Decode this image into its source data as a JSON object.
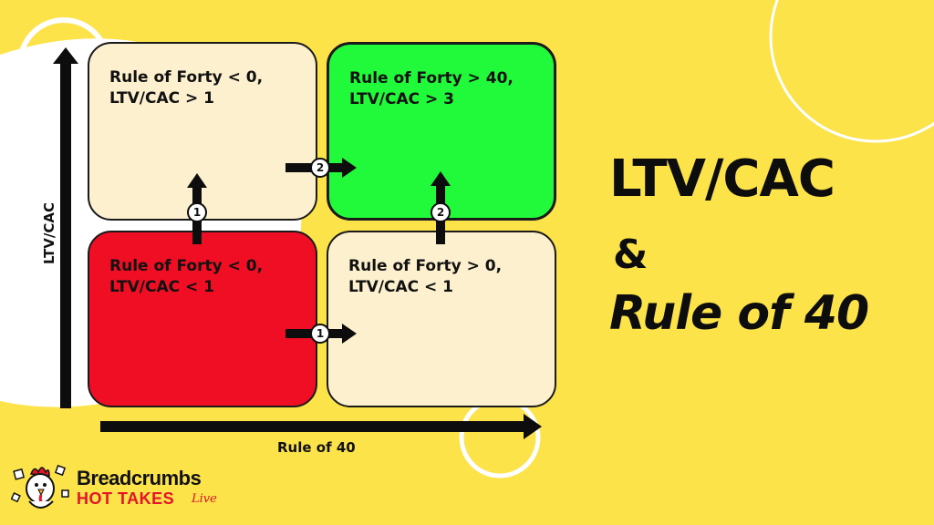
{
  "quadrants": {
    "top_left": {
      "line1": "Rule of Forty < 0,",
      "line2": "LTV/CAC > 1",
      "color": "#FDF0CE"
    },
    "top_right": {
      "line1": "Rule of Forty > 40,",
      "line2": "LTV/CAC > 3",
      "color": "#20FA3A"
    },
    "bottom_left": {
      "line1": "Rule of Forty < 0,",
      "line2": "LTV/CAC < 1",
      "color": "#EF0E23"
    },
    "bottom_right": {
      "line1": "Rule of Forty > 0,",
      "line2": "LTV/CAC < 1",
      "color": "#FDF0CE"
    }
  },
  "steps": {
    "bl_up": "1",
    "bl_right": "1",
    "tl_right": "2",
    "br_up": "2"
  },
  "axes": {
    "y_label": "LTV/CAC",
    "x_label": "Rule of 40"
  },
  "headline": {
    "line1": "LTV/CAC",
    "line2": "&",
    "line3": "Rule of 40"
  },
  "logo": {
    "name": "Breadcrumbs",
    "subtitle": "HOT TAKES",
    "tag": "Live",
    "icon": "rooster-mascot-icon"
  },
  "colors": {
    "background": "#FCE34A",
    "accent_red": "#E4142A"
  }
}
